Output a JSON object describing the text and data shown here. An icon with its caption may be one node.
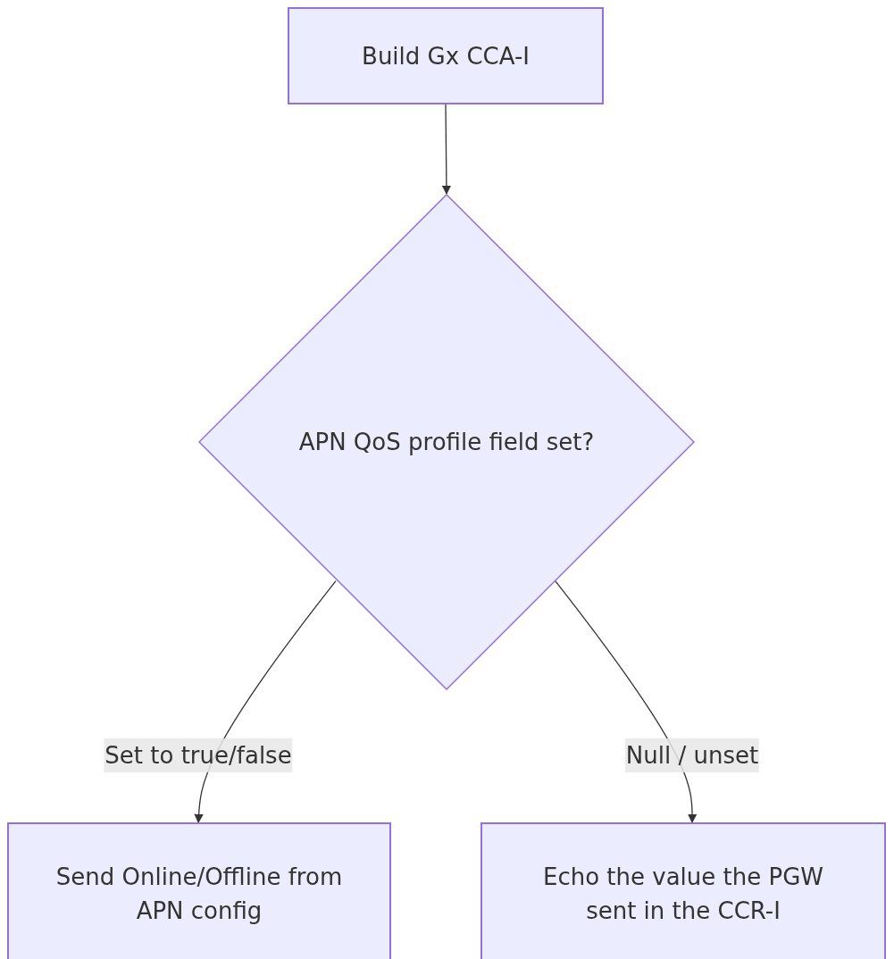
{
  "diagram": {
    "nodes": [
      {
        "text": [
          "Build Gx CCA-I"
        ]
      },
      {
        "text": [
          "APN QoS profile field set?"
        ]
      },
      {
        "text": [
          "Send Online/Offline from APN config"
        ]
      },
      {
        "text": [
          "Echo the value the PGW sent in the CCR-I"
        ]
      }
    ],
    "edges": [
      {
        "from": 0,
        "to": 1,
        "arrow": "to"
      },
      {
        "from": 1,
        "to": 2,
        "label": "Set to true/false",
        "arrow": "to"
      },
      {
        "from": 1,
        "to": 3,
        "label": "Null / unset",
        "arrow": "to"
      }
    ]
  }
}
